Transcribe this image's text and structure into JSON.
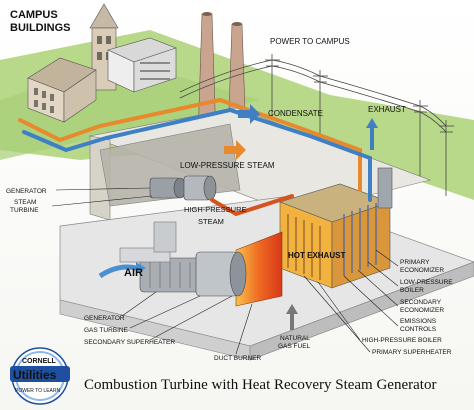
{
  "title": "Combustion Turbine with Heat Recovery Steam Generator",
  "logo": {
    "line1": "CORNELL",
    "line2": "Utilities",
    "line3": "POWER TO LEARN"
  },
  "labels": {
    "campus_buildings_1": "CAMPUS",
    "campus_buildings_2": "BUILDINGS",
    "power_to_campus": "POWER TO CAMPUS",
    "condensate": "CONDENSATE",
    "exhaust": "EXHAUST",
    "low_pressure_steam": "LOW-PRESSURE STEAM",
    "generator_top": "GENERATOR",
    "steam_turbine_1": "STEAM",
    "steam_turbine_2": "TURBINE",
    "high_pressure_steam_1": "HIGH-PRESSURE",
    "high_pressure_steam_2": "STEAM",
    "air": "AIR",
    "hot_exhaust": "HOT EXHAUST",
    "primary_economizer_1": "PRIMARY",
    "primary_economizer_2": "ECONOMIZER",
    "low_pressure_boiler_1": "LOW-PRESSURE",
    "low_pressure_boiler_2": "BOILER",
    "secondary_economizer_1": "SECONDARY",
    "secondary_economizer_2": "ECONOMIZER",
    "emissions_controls_1": "EMISSIONS",
    "emissions_controls_2": "CONTROLS",
    "high_pressure_boiler": "HIGH-PRESSURE BOILER",
    "primary_superheater": "PRIMARY SUPERHEATER",
    "generator_bottom": "GENERATOR",
    "gas_turbine": "GAS TURBINE",
    "secondary_superheater": "SECONDARY SUPERHEATER",
    "duct_burner": "DUCT BURNER",
    "natural_gas_1": "NATURAL",
    "natural_gas_2": "GAS FUEL"
  },
  "colors": {
    "steam_pipe": "#e8892e",
    "condensate_pipe": "#3f7fc4",
    "exhaust_hot": "#e84d1c",
    "ground": "#b9d98a",
    "building_wall": "#f3efe3",
    "plant_floor": "#e6e6e6"
  }
}
